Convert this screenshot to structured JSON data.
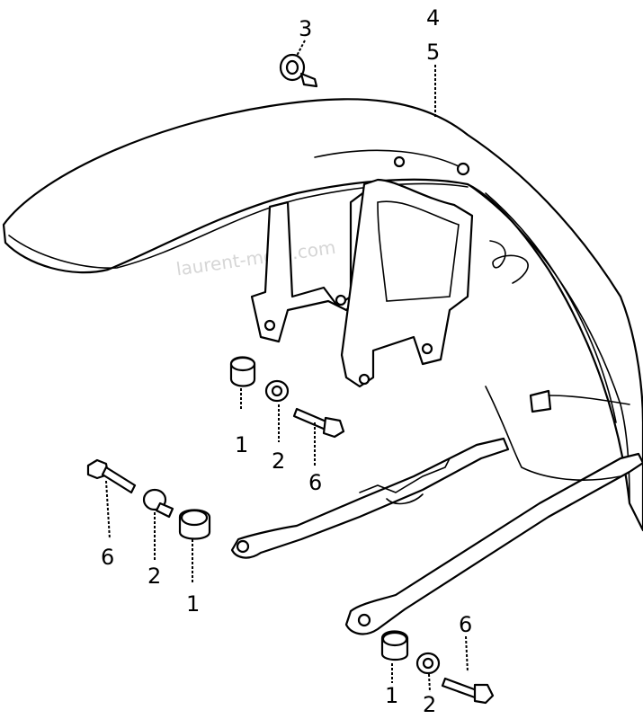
{
  "watermark": "laurent-moto.com",
  "callouts": {
    "top_grommet": "3",
    "fender_a": "4",
    "fender_b": "5",
    "upper_grommet": "1",
    "upper_collar": "2",
    "upper_bolt": "6",
    "left_bolt": "6",
    "left_collar": "2",
    "left_grommet": "1",
    "right_bolt": "6",
    "right_grommet": "1",
    "right_collar": "2"
  }
}
